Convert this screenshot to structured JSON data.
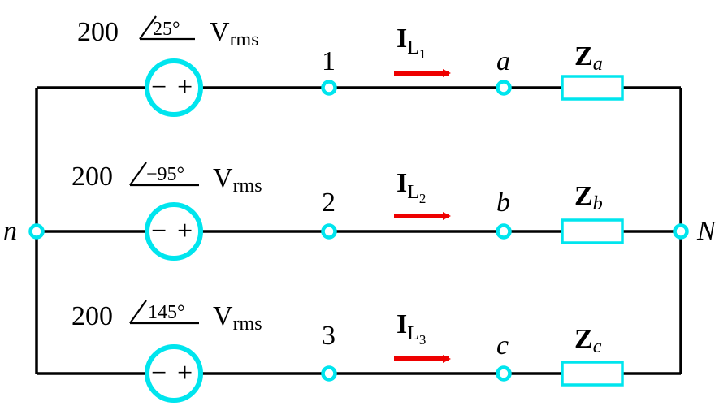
{
  "colors": {
    "wire": "#000000",
    "element": "#00e5ee",
    "arrow": "#ee0000"
  },
  "sources": [
    {
      "magnitude": "200",
      "angle": "25°",
      "units_main": "V",
      "units_sub": "rms",
      "polarity_minus": "−",
      "polarity_plus": "+"
    },
    {
      "magnitude": "200",
      "angle": "−95°",
      "units_main": "V",
      "units_sub": "rms",
      "polarity_minus": "−",
      "polarity_plus": "+"
    },
    {
      "magnitude": "200",
      "angle": "145°",
      "units_main": "V",
      "units_sub": "rms",
      "polarity_minus": "−",
      "polarity_plus": "+"
    }
  ],
  "nodes": {
    "left": "n",
    "right": "N",
    "terminals": [
      "1",
      "2",
      "3"
    ],
    "loads": [
      "a",
      "b",
      "c"
    ]
  },
  "currents": [
    {
      "symbol": "I",
      "sub": "L",
      "subsub": "1",
      "icon": "arrow-right-icon"
    },
    {
      "symbol": "I",
      "sub": "L",
      "subsub": "2",
      "icon": "arrow-right-icon"
    },
    {
      "symbol": "I",
      "sub": "L",
      "subsub": "3",
      "icon": "arrow-right-icon"
    }
  ],
  "impedances": [
    {
      "symbol": "Z",
      "sub": "a"
    },
    {
      "symbol": "Z",
      "sub": "b"
    },
    {
      "symbol": "Z",
      "sub": "c"
    }
  ]
}
